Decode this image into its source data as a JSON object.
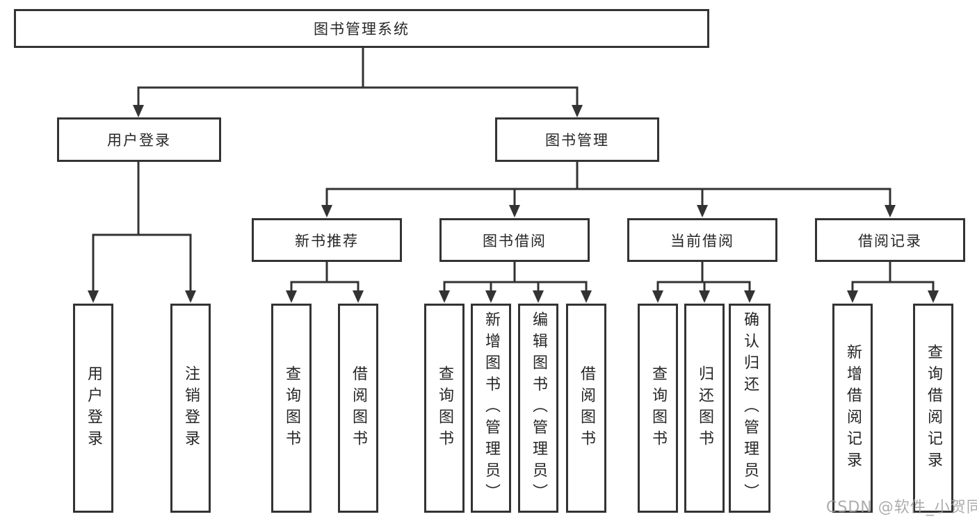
{
  "tree": {
    "root": "图书管理系统",
    "branches": [
      {
        "label": "用户登录",
        "children": [
          "用户登录",
          "注销登录"
        ]
      },
      {
        "label": "图书管理",
        "groups": [
          {
            "label": "新书推荐",
            "children": [
              "查询图书",
              "借阅图书"
            ]
          },
          {
            "label": "图书借阅",
            "children": [
              "查询图书",
              "新增图书（管理员）",
              "编辑图书（管理员）",
              "借阅图书"
            ]
          },
          {
            "label": "当前借阅",
            "children": [
              "查询图书",
              "归还图书",
              "确认归还（管理员）"
            ]
          },
          {
            "label": "借阅记录",
            "children": [
              "新增借阅记录",
              "查询借阅记录"
            ]
          }
        ]
      }
    ]
  },
  "watermark": "CSDN @软件_小贺同学",
  "colors": {
    "line": "#333333",
    "box_border": "#333333",
    "box_fill": "#ffffff",
    "text": "#262626",
    "watermark": "#9e9e9e",
    "background": "#ffffff"
  }
}
